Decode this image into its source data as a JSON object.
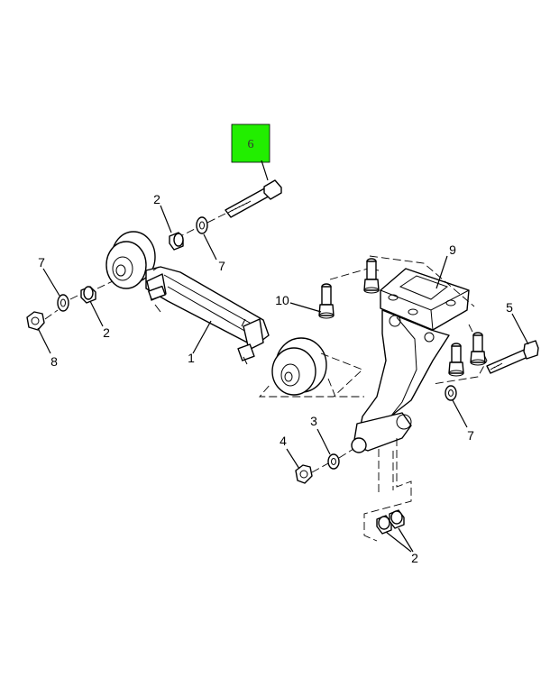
{
  "colors": {
    "highlight": "#22ee00",
    "line": "#000000",
    "background": "#ffffff"
  },
  "highlight": {
    "label": "6"
  },
  "callouts": {
    "c9": "9",
    "c10": "10",
    "c5": "5",
    "c2_top": "2",
    "c7_top": "7",
    "c7_left": "7",
    "c2_left": "2",
    "c8": "8",
    "c1": "1",
    "c7_right": "7",
    "c3": "3",
    "c4": "4",
    "c2_bottom": "2"
  }
}
